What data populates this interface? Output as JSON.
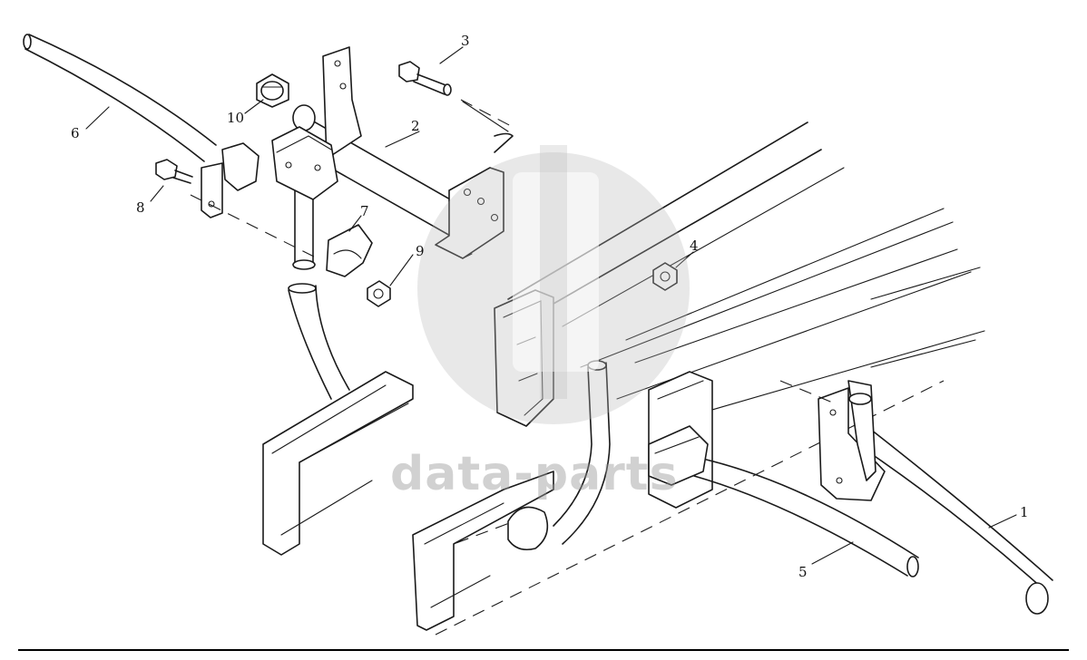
{
  "callouts": [
    {
      "id": "1",
      "text": "1",
      "part": "right-tube"
    },
    {
      "id": "2",
      "text": "2",
      "part": "crossmember-tube"
    },
    {
      "id": "3",
      "text": "3",
      "part": "bolt-top"
    },
    {
      "id": "4",
      "text": "4",
      "part": "nut-right"
    },
    {
      "id": "5",
      "text": "5",
      "part": "lower-right-tube"
    },
    {
      "id": "6",
      "text": "6",
      "part": "left-tube"
    },
    {
      "id": "7",
      "text": "7",
      "part": "clamp"
    },
    {
      "id": "8",
      "text": "8",
      "part": "bolt-left"
    },
    {
      "id": "9",
      "text": "9",
      "part": "nut-left"
    },
    {
      "id": "10",
      "text": "10",
      "part": "bushing"
    }
  ],
  "watermark": {
    "text": "data-parts",
    "color": "#9a9a9a"
  },
  "colors": {
    "line": "#1a1a1a",
    "background": "#ffffff"
  }
}
